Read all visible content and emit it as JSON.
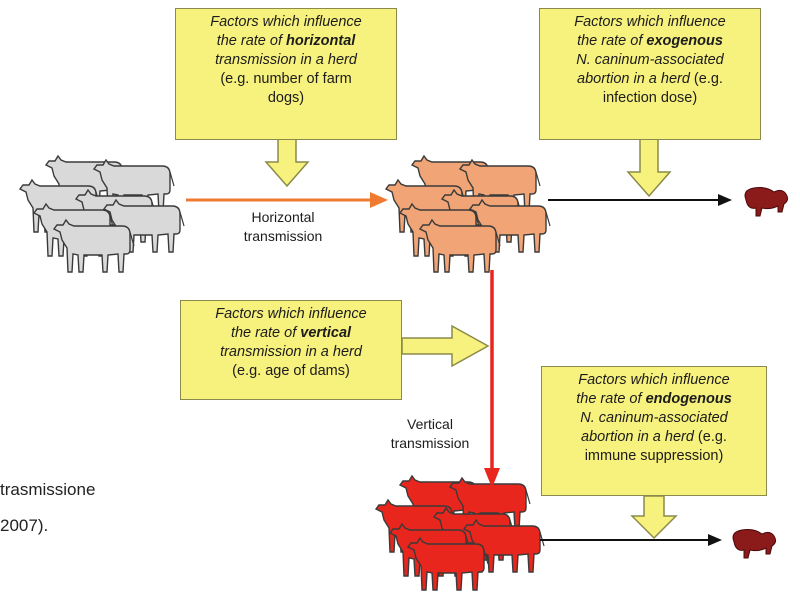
{
  "boxes": {
    "horizontal": {
      "line1": "Factors which influence",
      "line2_pre": "the rate of ",
      "line2_bold": "horizontal",
      "line3": "transmission in a herd",
      "line4": "(e.g. number of farm",
      "line5": "dogs)"
    },
    "exogenous": {
      "line1": "Factors which influence",
      "line2_pre": "the rate of ",
      "line2_bold": "exogenous",
      "line3": "N. caninum-associated",
      "line4_italic": "abortion in a herd",
      "line4_plain": " (e.g.",
      "line5": "infection dose)"
    },
    "vertical": {
      "line1": "Factors which influence",
      "line2_pre": "the rate of ",
      "line2_bold": "vertical",
      "line3": "transmission in a herd",
      "line4": "(e.g. age of dams)"
    },
    "endogenous": {
      "line1": "Factors which influence",
      "line2_pre": "the rate of ",
      "line2_bold": "endogenous",
      "line3": "N. caninum-associated",
      "line4_italic": "abortion in a herd",
      "line4_plain": " (e.g.",
      "line5": "immune suppression)"
    }
  },
  "labels": {
    "horizontal_1": "Horizontal",
    "horizontal_2": "transmission",
    "vertical_1": "Vertical",
    "vertical_2": "transmission"
  },
  "caption": {
    "line1": "trasmissione",
    "line2": " 2007)."
  },
  "colors": {
    "box_fill": "#f7f17d",
    "healthy_herd": "#d9d9d9",
    "infected_herd": "#f1a476",
    "vertical_herd": "#e8261d",
    "horizontal_arrow": "#f07a30",
    "vertical_arrow": "#e8261d",
    "fetus": "#8b1a1a"
  }
}
